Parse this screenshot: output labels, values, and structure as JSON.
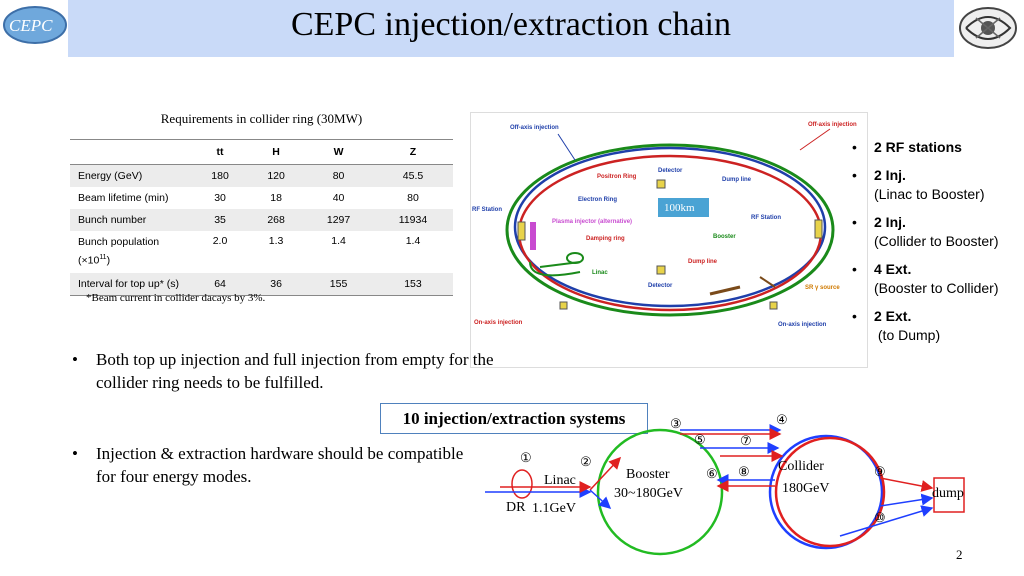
{
  "header": {
    "title": "CEPC injection/extraction chain",
    "logo_left_text": "CEPC"
  },
  "table": {
    "caption": "Requirements in collider ring (30MW)",
    "columns": [
      "tt",
      "H",
      "W",
      "Z"
    ],
    "rows": [
      {
        "label": "Energy (GeV)",
        "values": [
          "180",
          "120",
          "80",
          "45.5"
        ]
      },
      {
        "label": "Beam lifetime (min)",
        "values": [
          "30",
          "18",
          "40",
          "80"
        ]
      },
      {
        "label": "Bunch number",
        "values": [
          "35",
          "268",
          "1297",
          "11934"
        ]
      },
      {
        "label": "Bunch population",
        "label_unit": "(×10",
        "label_exp": "11",
        "label_close": ")",
        "values": [
          "2.0",
          "1.3",
          "1.4",
          "1.4"
        ]
      },
      {
        "label": "Interval for top up* (s)",
        "values": [
          "64",
          "36",
          "155",
          "153"
        ]
      }
    ],
    "note": "*Beam current in collider dacays by 3%."
  },
  "ring_diagram": {
    "labels": {
      "off_axis_left": "Off-axis injection",
      "off_axis_right": "Off-axis injection",
      "detector_top": "Detector",
      "positron_ring": "Positron Ring",
      "dump_line_top": "Dump line",
      "electron_ring": "Electron Ring",
      "rf_station_left": "RF Station",
      "rf_station_right": "RF Station",
      "plasma_injector": "Plasma injector (alternative)",
      "damping_ring": "Damping ring",
      "booster": "Booster",
      "linac": "Linac",
      "dump_line_bottom": "Dump line",
      "detector_bottom": "Detector",
      "sr_source": "SR γ source",
      "on_axis_left": "On-axis injection",
      "on_axis_right": "On-axis injection",
      "circumference": "100km"
    }
  },
  "legend": {
    "bullet": "•",
    "items": [
      {
        "bold": "2 RF stations",
        "sub": ""
      },
      {
        "bold": "2 Inj.",
        "sub": "(Linac to Booster)"
      },
      {
        "bold": "2 Inj.",
        "sub": "(Collider to Booster)"
      },
      {
        "bold": "4 Ext.",
        "sub": "(Booster to Collider)"
      },
      {
        "bold": "2 Ext.",
        "sub": " (to Dump)"
      }
    ]
  },
  "bullets": {
    "symbol": "•",
    "item1": "Both top up injection and full injection from empty for the collider ring needs to be fulfilled.",
    "item2": "Injection & extraction hardware should  be compatible for four energy modes."
  },
  "systems_box": "10 injection/extraction systems",
  "chain_diagram": {
    "markers": [
      "①",
      "②",
      "③",
      "④",
      "⑤",
      "⑥",
      "⑦",
      "⑧",
      "⑨",
      "⑩"
    ],
    "linac": "Linac",
    "dr": "DR",
    "dr_energy": "1.1GeV",
    "booster": "Booster",
    "booster_energy": "30~180GeV",
    "collider": "Collider",
    "collider_energy": "180GeV",
    "dump": "dump",
    "colors": {
      "booster_ring": "#22bb22",
      "collider_blue": "#1f3fff",
      "collider_red": "#e02020",
      "dump_box": "#e02020"
    }
  },
  "page_number": "2"
}
